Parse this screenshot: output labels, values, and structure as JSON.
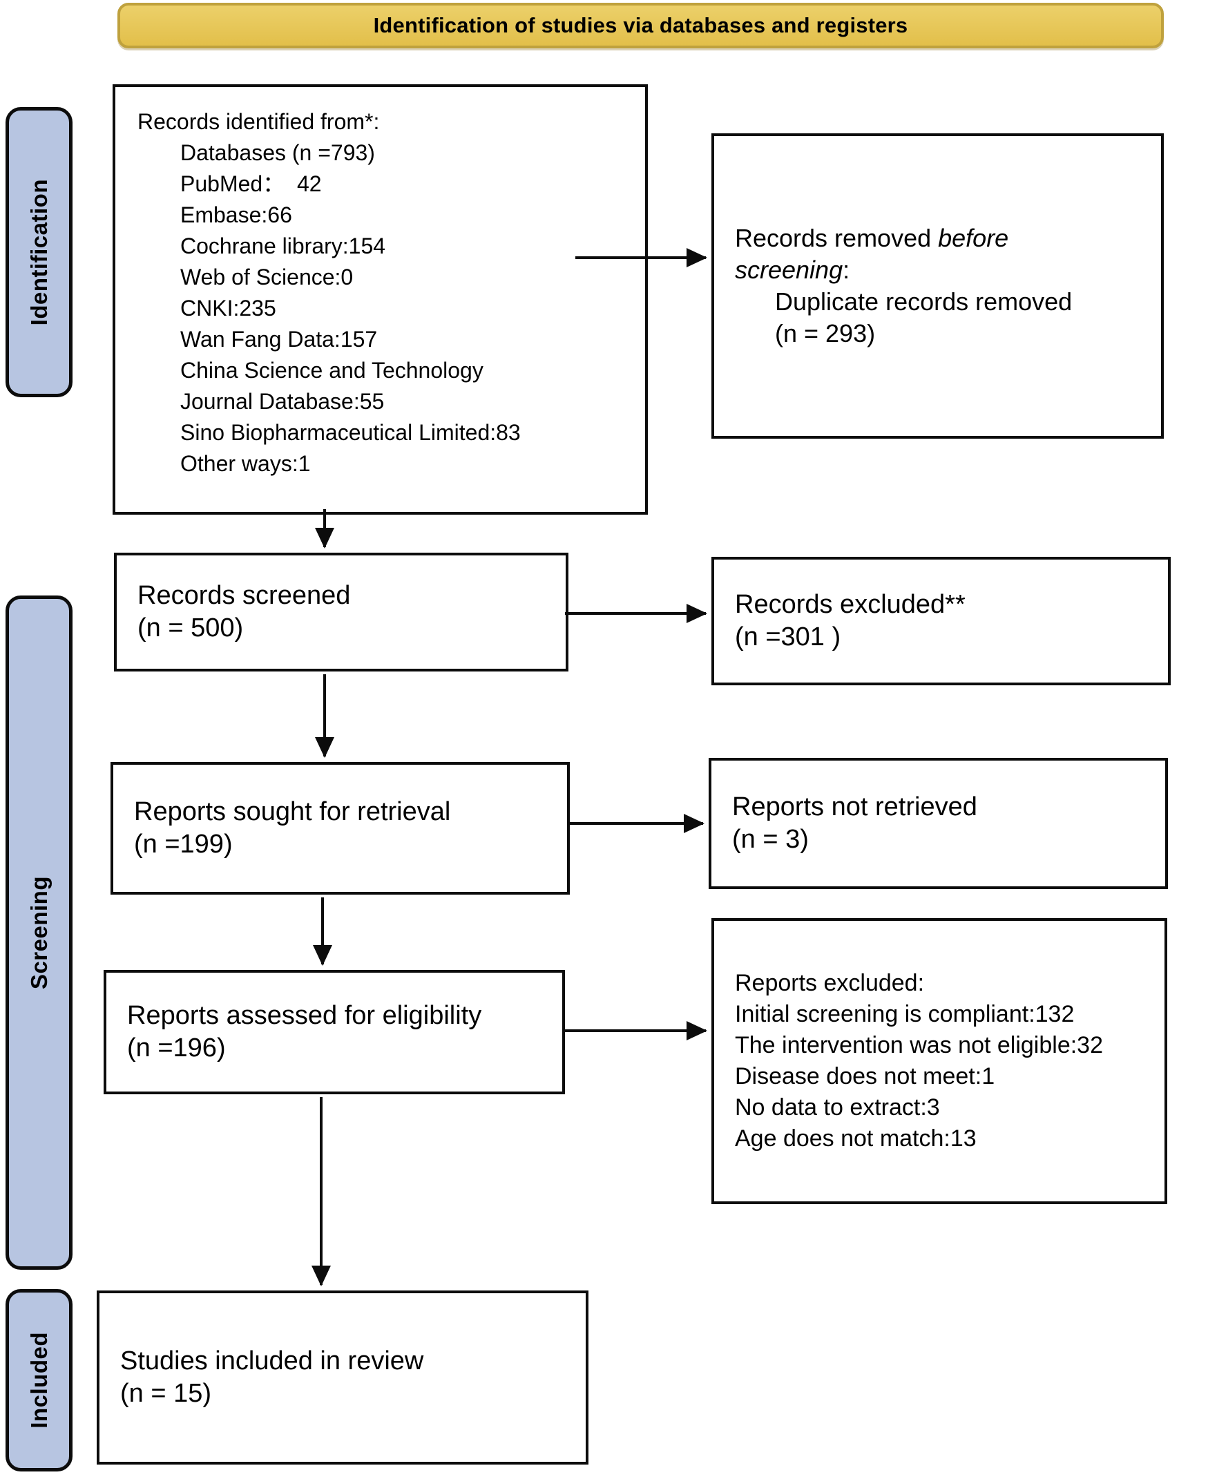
{
  "banner": {
    "title": "Identification of studies via databases and registers"
  },
  "stages": {
    "identification": "Identification",
    "screening": "Screening",
    "included": "Included"
  },
  "boxes": {
    "records_identified": {
      "header": "Records identified from*:",
      "items": [
        "Databases (n =793)",
        "PubMed：  42",
        "Embase:66",
        "Cochrane library:154",
        "Web of Science:0",
        "CNKI:235",
        "Wan Fang Data:157",
        "China Science and Technology",
        "Journal Database:55",
        "Sino Biopharmaceutical Limited:83",
        "Other ways:1"
      ]
    },
    "records_screened": {
      "title": "Records screened",
      "count": "(n = 500)"
    },
    "reports_sought": {
      "title": "Reports sought for retrieval",
      "count": "(n =199)"
    },
    "reports_assessed": {
      "title": "Reports assessed for eligibility",
      "count": "(n =196)"
    },
    "studies_included": {
      "title": "Studies included in review",
      "count": "(n = 15)"
    },
    "records_removed": {
      "lead": "Records removed ",
      "emphasis": "before\nscreening",
      "after_emphasis": ":",
      "items": [
        "Duplicate records removed",
        "(n = 293)"
      ]
    },
    "records_excluded": {
      "title": "Records excluded**",
      "count": "(n =301 )"
    },
    "reports_not_retrieved": {
      "title": "Reports not retrieved",
      "count": "(n = 3)"
    },
    "reports_excluded": {
      "header": "Reports excluded:",
      "items": [
        "Initial screening is compliant:132",
        "The intervention was not eligible:32",
        "Disease does not meet:1",
        "No data to extract:3",
        "Age does not match:13"
      ]
    }
  },
  "colors": {
    "banner_fill": "#e2bf4a",
    "banner_border": "#bfa13d",
    "stage_fill": "#b7c5e1",
    "box_border": "#0c0c0c"
  }
}
